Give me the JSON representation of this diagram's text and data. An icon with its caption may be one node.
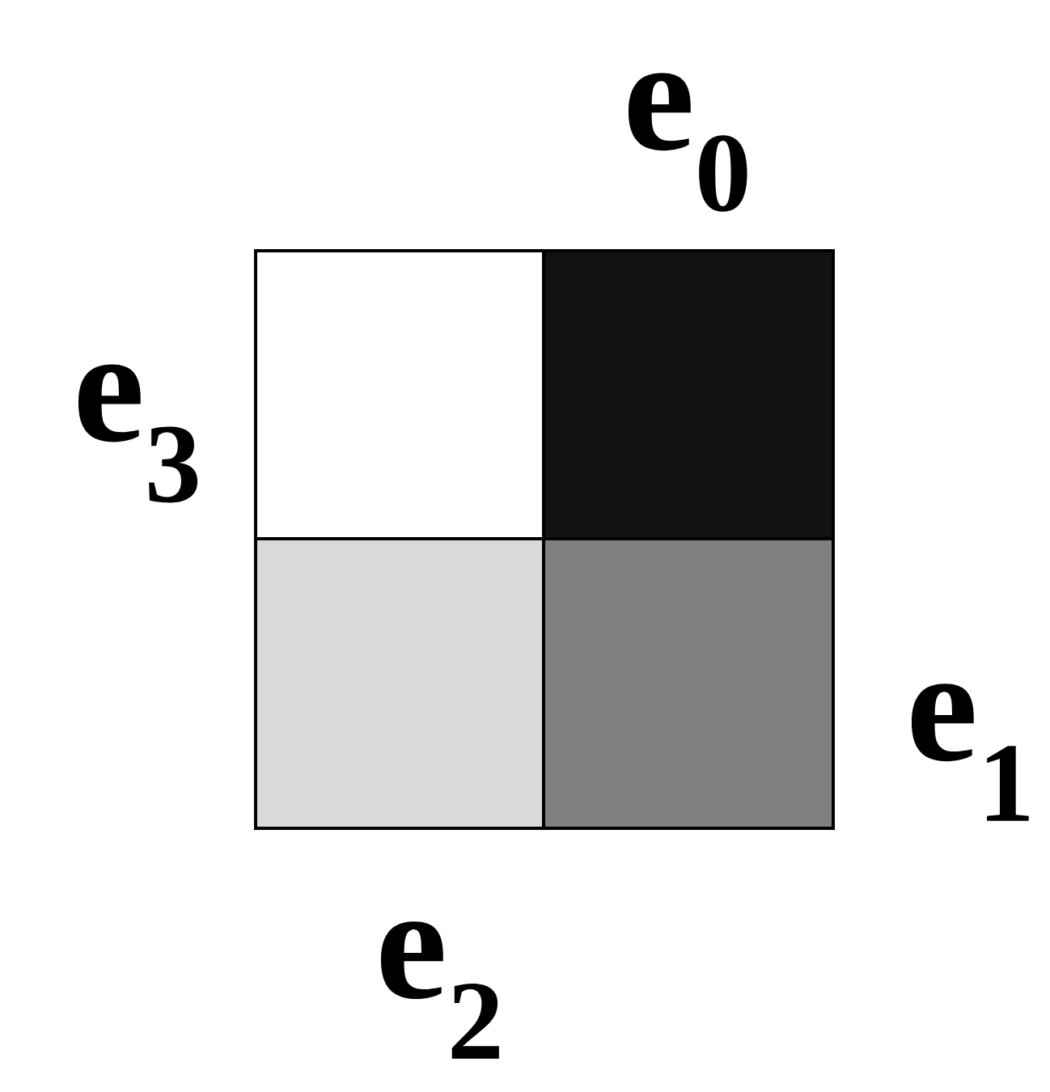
{
  "diagram": {
    "labels": [
      "e$_{0}$",
      "e$_{3}$",
      "e$_{1}$",
      "e$_{2}$"
    ]
  }
}
